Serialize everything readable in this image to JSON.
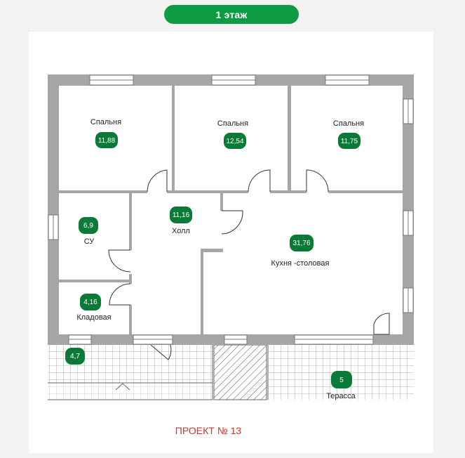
{
  "header": {
    "floor_label": "1 этаж"
  },
  "rooms": [
    {
      "name": "Спальня",
      "area": "11,88"
    },
    {
      "name": "Спальня",
      "area": "12,54"
    },
    {
      "name": "Спальня",
      "area": "11,75"
    },
    {
      "name": "СУ",
      "area": "6,9"
    },
    {
      "name": "Холл",
      "area": "11,16"
    },
    {
      "name": "Кухня -столовая",
      "area": "31,76"
    },
    {
      "name": "Кладовая",
      "area": "4,16"
    },
    {
      "name": "",
      "area": "4,7"
    },
    {
      "name": "Терасса",
      "area": "5"
    }
  ],
  "project_label": "ПРОЕКТ № 13",
  "colors": {
    "accent": "#0f9a44",
    "badge": "#0b7a36",
    "wall": "#a6a6a6",
    "project": "#d0352b"
  }
}
